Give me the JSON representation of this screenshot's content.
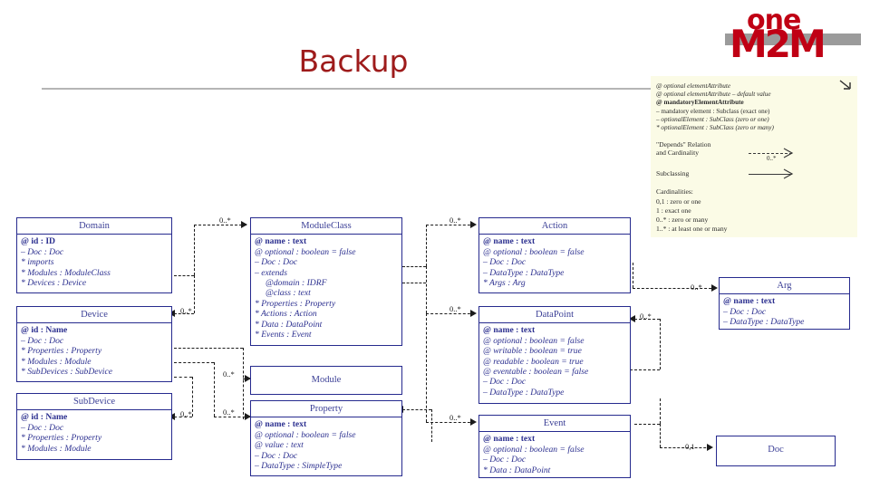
{
  "page": {
    "title": "Backup",
    "title_color": "#9e1b1b"
  },
  "logo": {
    "name": "oneM2M-logo",
    "top_text": "one",
    "bottom_text": "M2M",
    "red": "#c00014",
    "gray": "#9b9b9b"
  },
  "legend": {
    "name": "diagram-legend",
    "lines": [
      "@ optional elementAttribute",
      "@ optional elementAttribute – default value",
      "@ mandatoryElementAttribute",
      "– mandatory element : Subclass   (exact one)",
      "– optionalElement : SubClass        (zero or one)",
      "* optionalElement : SubClass        (zero or many)"
    ],
    "relation_label_1": "\"Depends\" Relation",
    "relation_label_2": "and Cardinality",
    "relation_card": "0..*",
    "subclassing_label": "Subclassing",
    "cardinalities_title": "Cardinalities:",
    "cardinalities": [
      "0,1  : zero or one",
      "1     : exact one",
      "0..* : zero or many",
      "1..* : at least one or many"
    ]
  },
  "classes": [
    {
      "id": "domain",
      "name": "Domain",
      "attributes": [
        {
          "text": "@ id : ID",
          "bold": true
        },
        {
          "text": "– Doc : Doc"
        },
        {
          "text": "* imports"
        },
        {
          "text": "* Modules : ModuleClass"
        },
        {
          "text": "* Devices : Device"
        }
      ]
    },
    {
      "id": "device",
      "name": "Device",
      "attributes": [
        {
          "text": "@ id : Name",
          "bold": true
        },
        {
          "text": "– Doc : Doc"
        },
        {
          "text": "* Properties : Property"
        },
        {
          "text": "* Modules : Module"
        },
        {
          "text": "* SubDevices : SubDevice"
        }
      ]
    },
    {
      "id": "subdevice",
      "name": "SubDevice",
      "attributes": [
        {
          "text": "@ id : Name",
          "bold": true
        },
        {
          "text": "– Doc : Doc"
        },
        {
          "text": "* Properties : Property"
        },
        {
          "text": "* Modules : Module"
        }
      ]
    },
    {
      "id": "moduleclass",
      "name": "ModuleClass",
      "attributes": [
        {
          "text": "@ name : text",
          "bold": true
        },
        {
          "text": "@ optional : boolean = false"
        },
        {
          "text": "– Doc : Doc"
        },
        {
          "text": "– extends"
        },
        {
          "text": "@domain : IDRF",
          "indent": true
        },
        {
          "text": "@class : text",
          "indent": true
        },
        {
          "text": "* Properties : Property"
        },
        {
          "text": "* Actions : Action"
        },
        {
          "text": "* Data : DataPoint"
        },
        {
          "text": "* Events : Event"
        }
      ]
    },
    {
      "id": "module",
      "name": "Module",
      "attributes": []
    },
    {
      "id": "property",
      "name": "Property",
      "attributes": [
        {
          "text": "@ name : text",
          "bold": true
        },
        {
          "text": "@ optional : boolean = false"
        },
        {
          "text": "@ value : text"
        },
        {
          "text": "– Doc : Doc"
        },
        {
          "text": "– DataType : SimpleType"
        }
      ]
    },
    {
      "id": "action",
      "name": "Action",
      "attributes": [
        {
          "text": "@ name : text",
          "bold": true
        },
        {
          "text": "@ optional : boolean = false"
        },
        {
          "text": "– Doc : Doc"
        },
        {
          "text": "– DataType : DataType"
        },
        {
          "text": "* Args : Arg"
        }
      ]
    },
    {
      "id": "datapoint",
      "name": "DataPoint",
      "attributes": [
        {
          "text": "@ name : text",
          "bold": true
        },
        {
          "text": "@ optional : boolean = false"
        },
        {
          "text": "@ writable : boolean = true"
        },
        {
          "text": "@ readable : boolean = true"
        },
        {
          "text": "@ eventable : boolean = false"
        },
        {
          "text": "– Doc : Doc"
        },
        {
          "text": "– DataType : DataType"
        }
      ]
    },
    {
      "id": "event",
      "name": "Event",
      "attributes": [
        {
          "text": "@ name : text",
          "bold": true
        },
        {
          "text": "@ optional : boolean = false"
        },
        {
          "text": "– Doc : Doc"
        },
        {
          "text": "* Data : DataPoint"
        }
      ]
    },
    {
      "id": "arg",
      "name": "Arg",
      "attributes": [
        {
          "text": "@ name : text",
          "bold": true
        },
        {
          "text": "– Doc : Doc"
        },
        {
          "text": "– DataType : DataType"
        }
      ]
    },
    {
      "id": "doc",
      "name": "Doc",
      "attributes": []
    }
  ],
  "cardinality_labels": [
    "0..*",
    "0..*",
    "0..*",
    "0..*",
    "0..*",
    "0..*",
    "0..*",
    "0..*",
    "0..*",
    "0..*",
    "0,1"
  ]
}
